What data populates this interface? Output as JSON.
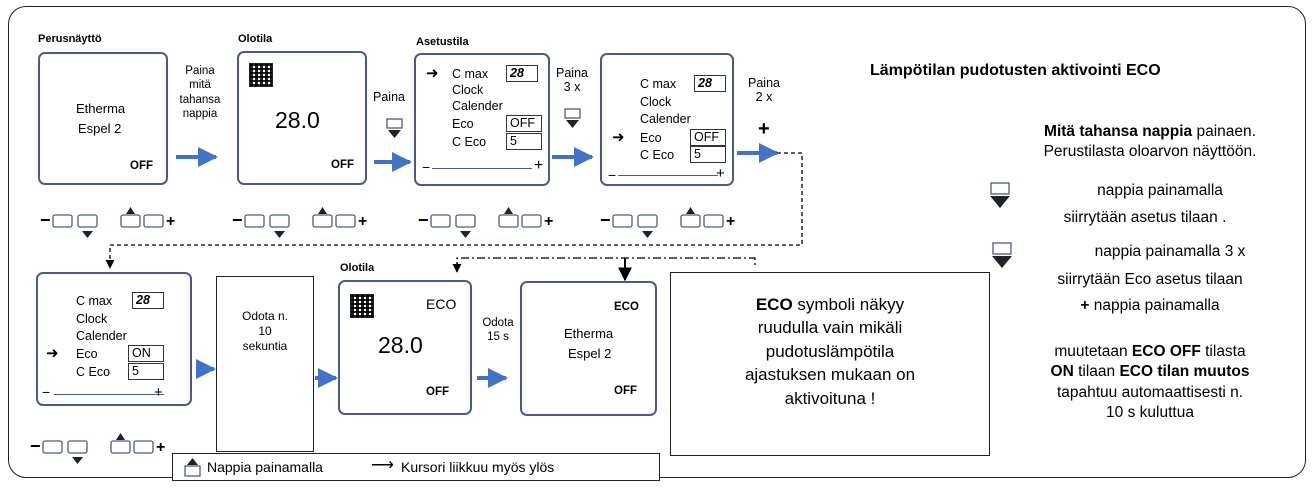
{
  "screens": {
    "perus": {
      "label": "Perusnäyttö",
      "line1": "Etherma",
      "line2": "Espel 2",
      "state": "OFF"
    },
    "olotila1": {
      "label": "Olotila",
      "temp": "28.0",
      "state": "OFF"
    },
    "asetus": {
      "label": "Asetustila",
      "items": [
        "C max",
        "Clock",
        "Calender",
        "Eco",
        "C Eco"
      ],
      "cmax": "28",
      "eco": "OFF",
      "ceco": "5"
    },
    "asetus2": {
      "items": [
        "C max",
        "Clock",
        "Calender",
        "Eco",
        "C Eco"
      ],
      "cmax": "28",
      "eco": "OFF",
      "ceco": "5"
    },
    "asetus3": {
      "items": [
        "C max",
        "Clock",
        "Calender",
        "Eco",
        "C Eco"
      ],
      "cmax": "28",
      "eco": "ON",
      "ceco": "5"
    },
    "wait": {
      "text": "Odota n.\n10\nsekuntia"
    },
    "olotila2": {
      "label": "Olotila",
      "eco": "ECO",
      "temp": "28.0",
      "state": "OFF"
    },
    "final": {
      "eco": "ECO",
      "line1": "Etherma",
      "line2": "Espel 2",
      "state": "OFF"
    }
  },
  "steps": {
    "s1": "Paina\nmitä\ntahansa\nnappia",
    "s2": "Paina",
    "s3": "Paina\n3 x",
    "s4": "Paina\n2 x",
    "s5": "Odota\n15 s"
  },
  "plus": "+",
  "minus": "−",
  "eco_note": {
    "bold": "ECO",
    "lines": [
      " symboli näkyy",
      "ruudulla vain mikäli",
      "pudotuslämpötila",
      "ajastuksen mukaan on",
      "aktivoituna !"
    ]
  },
  "right_panel": {
    "title": "Lämpötilan pudotusten aktivointi  ECO",
    "p1_bold": "Mitä tahansa nappia",
    "p1_rest": " painaen.",
    "p2": "Perustilasta oloarvon näyttöön.",
    "p3": "nappia painamalla",
    "p4": "siirrytään asetus tilaan .",
    "p5": "nappia painamalla 3 x",
    "p6": "siirrytään Eco  asetus tilaan",
    "p7_bold": "+",
    "p7_rest": " nappia painamalla",
    "p8_a": "muutetaan ",
    "p8_bold": "ECO OFF",
    "p8_b": " tilasta",
    "p9_bold1": "ON",
    "p9_a": " tilaan ",
    "p9_bold2": "ECO tilan muutos",
    "p10": "tapahtuu automaattisesti n.",
    "p11": "10 s kuluttua"
  },
  "legend": {
    "up": "Nappia painamalla",
    "cursor": "Kursori liikkuu  myös ylös"
  },
  "colors": {
    "screen_border": "#4a5a8c",
    "arrow": "#4472c4"
  }
}
